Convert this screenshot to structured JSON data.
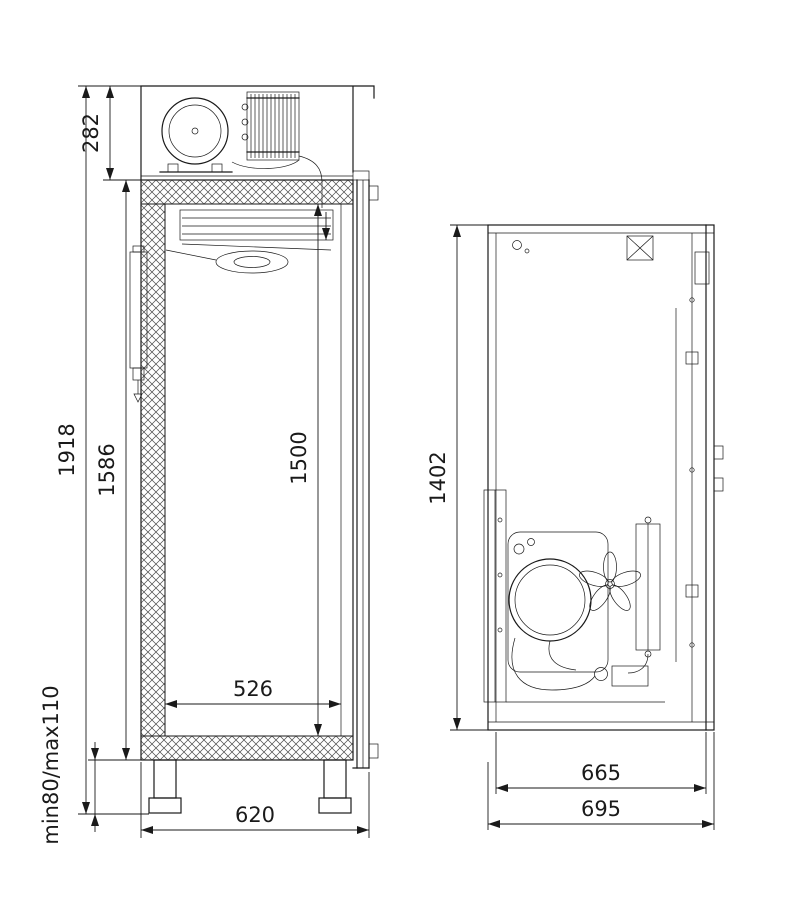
{
  "colors": {
    "line": "#1a1a1a"
  },
  "drawing": {
    "left_view": {
      "overall_height": "1918",
      "machine_compartment_height": "282",
      "body_height": "1586",
      "interior_height": "1500",
      "interior_depth": "526",
      "leg_height": "min80/max110",
      "overall_depth": "620"
    },
    "right_view": {
      "overall_height": "1402",
      "inner_width": "665",
      "overall_width": "695"
    }
  }
}
